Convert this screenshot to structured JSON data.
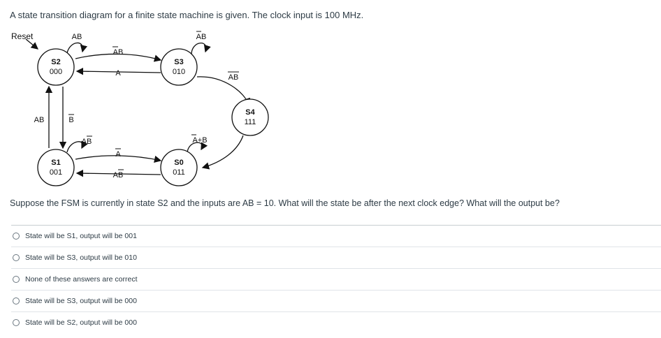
{
  "question": {
    "intro": "A state transition diagram for a finite state machine is given. The clock input is 100 MHz.",
    "prompt": "Suppose the FSM is currently in state S2 and the inputs are AB = 10.  What will the state be after the next clock edge?  What will the output be?"
  },
  "diagram": {
    "reset_label": "Reset",
    "states": [
      {
        "name": "S2",
        "output": "000"
      },
      {
        "name": "S3",
        "output": "010"
      },
      {
        "name": "S4",
        "output": "111"
      },
      {
        "name": "S1",
        "output": "001"
      },
      {
        "name": "S0",
        "output": "011"
      }
    ],
    "edge_labels": {
      "s2_self": "AB",
      "s3_self": "AB",
      "s2_to_s3_top": "AB",
      "s3_to_s2": "A",
      "s3_to_s4": "AB",
      "s2_to_s1": "B",
      "s1_to_s2": "AB",
      "s1_self": "AB",
      "s1_to_s0": "A",
      "s0_to_s1": "AB",
      "s0_self": "A+B"
    }
  },
  "choices": [
    "State will be S1, output will be 001",
    "State will be S3, output will be 010",
    "None of these answers are correct",
    "State will be S3, output will be 000",
    "State will be S2, output will be 000"
  ]
}
